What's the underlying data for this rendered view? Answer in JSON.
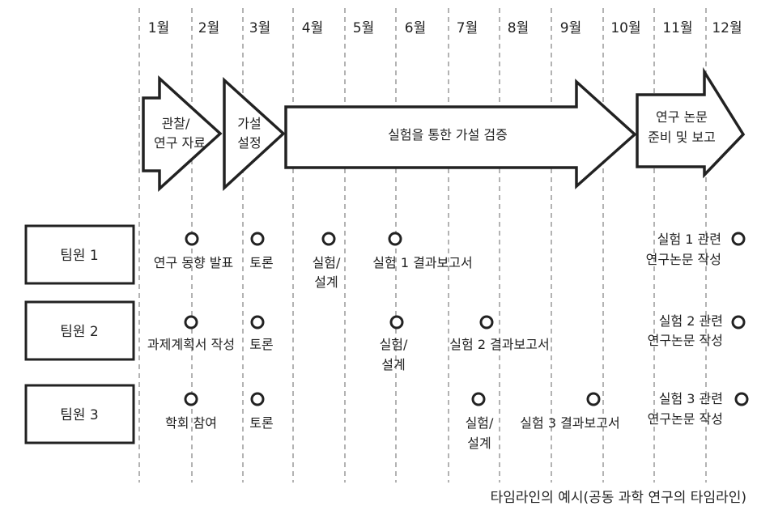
{
  "colors": {
    "ink": "#222222",
    "grid": "#8a8a8a",
    "paper": "#ffffff"
  },
  "months": [
    "1월",
    "2월",
    "3월",
    "4월",
    "5월",
    "6월",
    "7월",
    "8월",
    "9월",
    "10월",
    "11월",
    "12월"
  ],
  "phases": [
    {
      "key": "phase-observation",
      "lines": [
        "관찰/",
        "연구 자료"
      ]
    },
    {
      "key": "phase-hypothesis",
      "lines": [
        "가설",
        "설정"
      ]
    },
    {
      "key": "phase-experiment",
      "lines": [
        "실험을 통한 가설 검증"
      ]
    },
    {
      "key": "phase-report",
      "lines": [
        "연구 논문",
        "준비 및 보고"
      ]
    }
  ],
  "members": [
    {
      "name": "팀원 1",
      "events": [
        {
          "lines": [
            "연구 동향 발표"
          ]
        },
        {
          "lines": [
            "토론"
          ]
        },
        {
          "lines": [
            "실험/",
            "설계"
          ]
        },
        {
          "lines": [
            "실험 1 결과보고서"
          ]
        },
        {
          "lines": [
            "실험 1 관련",
            "연구논문 작성"
          ]
        }
      ]
    },
    {
      "name": "팀원 2",
      "events": [
        {
          "lines": [
            "과제계획서 작성"
          ]
        },
        {
          "lines": [
            "토론"
          ]
        },
        {
          "lines": [
            "실험/",
            "설계"
          ]
        },
        {
          "lines": [
            "실험 2 결과보고서"
          ]
        },
        {
          "lines": [
            "실험 2 관련",
            "연구논문 작성"
          ]
        }
      ]
    },
    {
      "name": "팀원 3",
      "events": [
        {
          "lines": [
            "학회 참여"
          ]
        },
        {
          "lines": [
            "토론"
          ]
        },
        {
          "lines": [
            "실험/",
            "설계"
          ]
        },
        {
          "lines": [
            "실험 3 결과보고서"
          ]
        },
        {
          "lines": [
            "실험 3 관련",
            "연구논문 작성"
          ]
        }
      ]
    }
  ],
  "caption": "타임라인의 예시(공동 과학 연구의 타임라인)"
}
